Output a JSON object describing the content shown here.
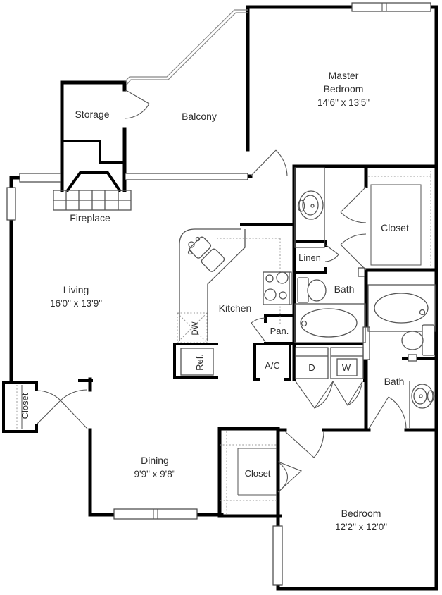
{
  "plan": {
    "storage": "Storage",
    "balcony": "Balcony",
    "master_bedroom_1": "Master",
    "master_bedroom_2": "Bedroom",
    "master_bedroom_dims": "14'6\" x 13'5\"",
    "fireplace": "Fireplace",
    "living": "Living",
    "living_dims": "16'0\" x 13'9\"",
    "kitchen": "Kitchen",
    "master_closet": "Closet",
    "linen": "Linen",
    "master_bath": "Bath",
    "pantry": "Pan.",
    "dishwasher": "DW",
    "refrigerator": "Ref.",
    "ac": "A/C",
    "dryer": "D",
    "washer": "W",
    "bath2": "Bath",
    "entry_closet": "Closet",
    "dining": "Dining",
    "dining_dims": "9'9\" x 9'8\"",
    "bedroom_closet": "Closet",
    "bedroom": "Bedroom",
    "bedroom_dims": "12'2\" x 12'0\""
  }
}
